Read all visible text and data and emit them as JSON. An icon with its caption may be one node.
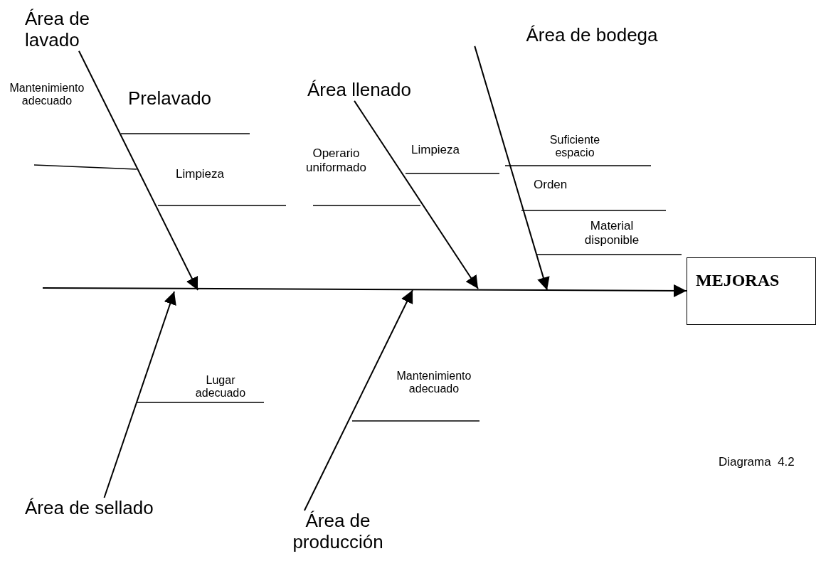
{
  "diagram": {
    "nodes": [
      {
        "text": [
          "Área de lavado"
        ]
      },
      {
        "text": [
          "Área de bodega"
        ]
      },
      {
        "text": [
          "Área llenado"
        ]
      },
      {
        "text": [
          "MEJORAS"
        ]
      },
      {
        "text": [
          "Área de sellado"
        ]
      },
      {
        "text": [
          "Área de producción"
        ]
      }
    ],
    "edges": [
      {
        "from": null,
        "to": 3,
        "arrow": "to"
      },
      {
        "from": 0,
        "to": null,
        "arrow": "to"
      },
      {
        "from": 1,
        "to": null,
        "arrow": "to"
      },
      {
        "from": 2,
        "to": null,
        "arrow": "to"
      },
      {
        "from": 4,
        "to": null,
        "arrow": "to"
      },
      {
        "from": 5,
        "to": null,
        "arrow": "to"
      }
    ],
    "labels": [
      "Mantenimiento adecuado",
      "Prelavado",
      "Limpieza",
      "Operario uniformado",
      "Limpieza",
      "Suficiente espacio",
      "Orden",
      "Material disponible",
      "Lugar adecuado",
      "Mantenimiento adecuado",
      "Diagrama  4.2"
    ]
  }
}
